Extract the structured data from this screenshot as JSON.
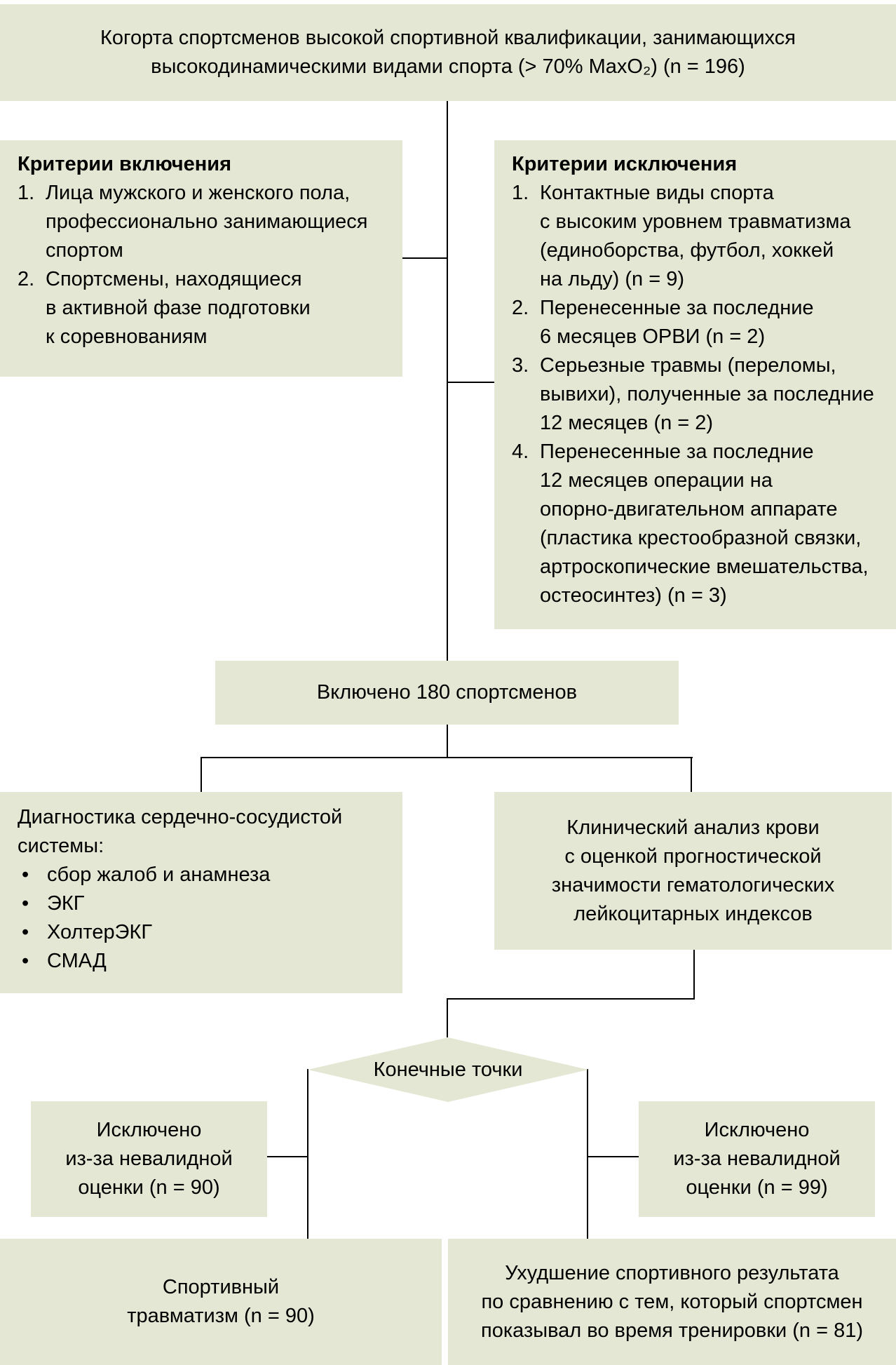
{
  "colors": {
    "box_fill": "#e4e7d3",
    "connector": "#000000",
    "background": "#ffffff",
    "text": "#000000"
  },
  "cohort": {
    "lines": [
      "Когорта спортсменов высокой спортивной квалификации, занимающихся",
      "высокодинамическими видами спорта (> 70% MaxO₂) (n = 196)"
    ]
  },
  "inclusion": {
    "title": "Критерии включения",
    "items": [
      {
        "num": "1.",
        "lines": [
          "Лица мужского и женского пола,",
          "профессионально занимающиеся",
          "спортом"
        ]
      },
      {
        "num": "2.",
        "lines": [
          "Спортсмены, находящиеся",
          "в активной фазе подготовки",
          "к соревнованиям"
        ]
      }
    ]
  },
  "exclusion": {
    "title": "Критерии исключения",
    "items": [
      {
        "num": "1.",
        "lines": [
          "Контактные виды спорта",
          "с высоким уровнем травматизма",
          "(единоборства, футбол, хоккей",
          "на льду) (n = 9)"
        ]
      },
      {
        "num": "2.",
        "lines": [
          "Перенесенные за последние",
          "6 месяцев ОРВИ (n = 2)"
        ]
      },
      {
        "num": "3.",
        "lines": [
          "Серьезные травмы (переломы,",
          "вывихи), полученные за последние",
          "12 месяцев (n = 2)"
        ]
      },
      {
        "num": "4.",
        "lines": [
          "Перенесенные за последние",
          "12 месяцев операции на",
          "опорно-двигательном аппарате",
          "(пластика крестообразной связки,",
          "артроскопические вмешательства,",
          "остеосинтез) (n = 3)"
        ]
      }
    ]
  },
  "included": {
    "text": "Включено 180 спортсменов"
  },
  "diagnostics": {
    "title_lines": [
      "Диагностика сердечно-сосудистой",
      "системы:"
    ],
    "items": [
      {
        "marker": "•",
        "text": "сбор жалоб и анамнеза"
      },
      {
        "marker": "•",
        "text": "ЭКГ"
      },
      {
        "marker": "•",
        "text": "ХолтерЭКГ"
      },
      {
        "marker": "•",
        "text": "СМАД"
      }
    ]
  },
  "blood_analysis": {
    "lines": [
      "Клинический анализ крови",
      "с оценкой прогностической",
      "значимости гематологических",
      "лейкоцитарных индексов"
    ]
  },
  "endpoints": {
    "text": "Конечные точки"
  },
  "excluded_left": {
    "lines": [
      "Исключено",
      "из-за невалидной",
      "оценки (n = 90)"
    ]
  },
  "excluded_right": {
    "lines": [
      "Исключено",
      "из-за невалидной",
      "оценки (n = 99)"
    ]
  },
  "outcome_left": {
    "lines": [
      "Спортивный",
      "травматизм (n = 90)"
    ]
  },
  "outcome_right": {
    "lines": [
      "Ухудшение спортивного результата",
      "по сравнению с тем, который спортсмен",
      "показывал во время тренировки (n = 81)"
    ]
  }
}
